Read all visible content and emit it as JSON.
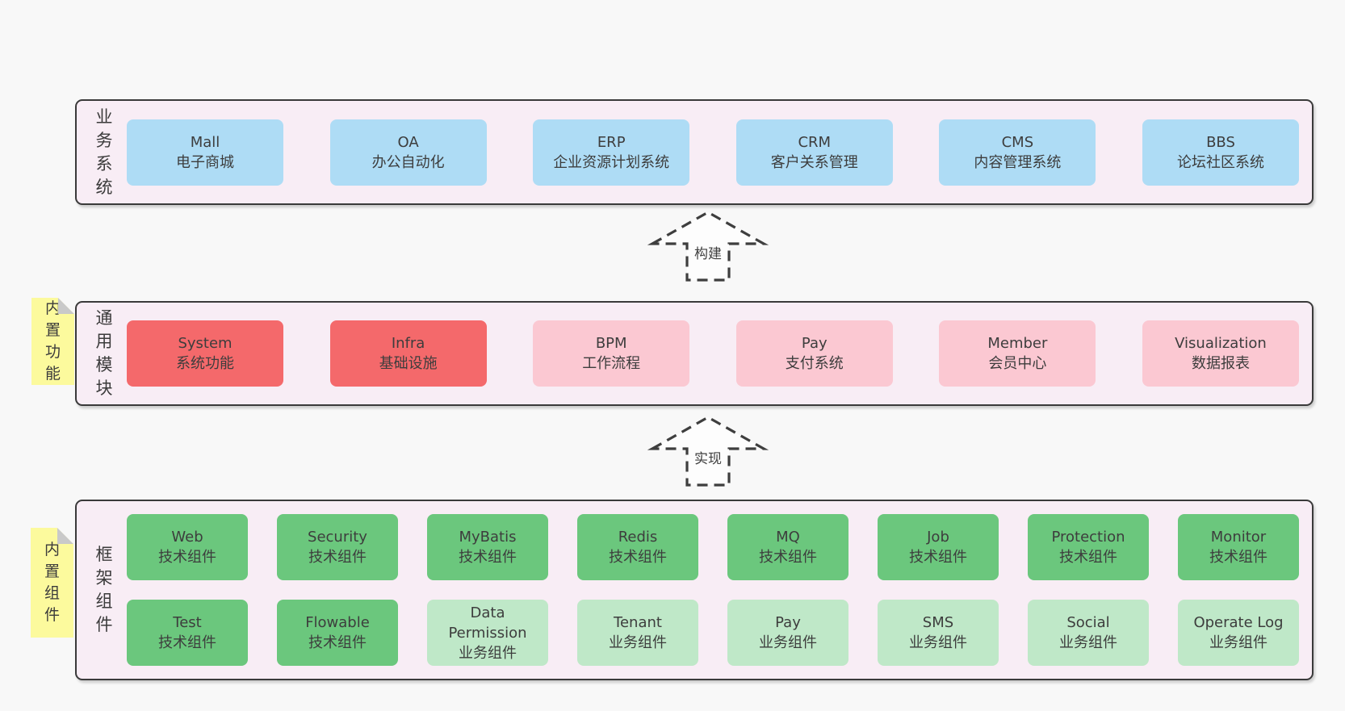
{
  "colors": {
    "page_background": "#f8f8f8",
    "layer_background": "#f8edf5",
    "layer_border": "#3a3a3a",
    "node_blue": "#aedcf5",
    "node_red": "#f4696b",
    "node_pink": "#fbc8d2",
    "node_green": "#6bc77d",
    "node_light_green": "#bfe8c8",
    "note_yellow": "#fcfa9d",
    "note_fold_gray": "#c9c9c9",
    "text": "#3d3d3d"
  },
  "arrows": [
    {
      "label": "构建"
    },
    {
      "label": "实现"
    }
  ],
  "layers": [
    {
      "side_label": "业务系统",
      "boxes": [
        {
          "en": "Mall",
          "zh": "电子商城",
          "variant": "blue"
        },
        {
          "en": "OA",
          "zh": "办公自动化",
          "variant": "blue"
        },
        {
          "en": "ERP",
          "zh": "企业资源计划系统",
          "variant": "blue"
        },
        {
          "en": "CRM",
          "zh": "客户关系管理",
          "variant": "blue"
        },
        {
          "en": "CMS",
          "zh": "内容管理系统",
          "variant": "blue"
        },
        {
          "en": "BBS",
          "zh": "论坛社区系统",
          "variant": "blue"
        }
      ]
    },
    {
      "side_label": "通用模块",
      "note_label": "内置功能",
      "boxes": [
        {
          "en": "System",
          "zh": "系统功能",
          "variant": "red"
        },
        {
          "en": "Infra",
          "zh": "基础设施",
          "variant": "red"
        },
        {
          "en": "BPM",
          "zh": "工作流程",
          "variant": "pink"
        },
        {
          "en": "Pay",
          "zh": "支付系统",
          "variant": "pink"
        },
        {
          "en": "Member",
          "zh": "会员中心",
          "variant": "pink"
        },
        {
          "en": "Visualization",
          "zh": "数据报表",
          "variant": "pink"
        }
      ]
    },
    {
      "side_label": "框架组件",
      "note_label": "内置组件",
      "rows": [
        [
          {
            "en": "Web",
            "zh": "技术组件",
            "variant": "green"
          },
          {
            "en": "Security",
            "zh": "技术组件",
            "variant": "green"
          },
          {
            "en": "MyBatis",
            "zh": "技术组件",
            "variant": "green"
          },
          {
            "en": "Redis",
            "zh": "技术组件",
            "variant": "green"
          },
          {
            "en": "MQ",
            "zh": "技术组件",
            "variant": "green"
          },
          {
            "en": "Job",
            "zh": "技术组件",
            "variant": "green"
          },
          {
            "en": "Protection",
            "zh": "技术组件",
            "variant": "green"
          },
          {
            "en": "Monitor",
            "zh": "技术组件",
            "variant": "green"
          }
        ],
        [
          {
            "en": "Test",
            "zh": "技术组件",
            "variant": "green"
          },
          {
            "en": "Flowable",
            "zh": "技术组件",
            "variant": "green"
          },
          {
            "en": "Data Permission",
            "zh": "业务组件",
            "variant": "lgreen"
          },
          {
            "en": "Tenant",
            "zh": "业务组件",
            "variant": "lgreen"
          },
          {
            "en": "Pay",
            "zh": "业务组件",
            "variant": "lgreen"
          },
          {
            "en": "SMS",
            "zh": "业务组件",
            "variant": "lgreen"
          },
          {
            "en": "Social",
            "zh": "业务组件",
            "variant": "lgreen"
          },
          {
            "en": "Operate Log",
            "zh": "业务组件",
            "variant": "lgreen"
          }
        ]
      ]
    }
  ]
}
